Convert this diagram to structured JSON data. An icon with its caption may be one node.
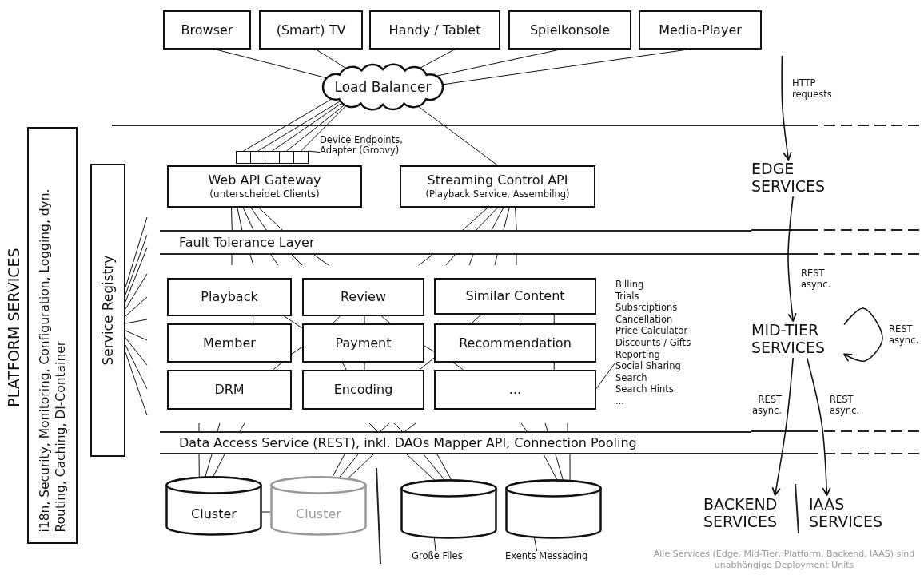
{
  "diagram": {
    "nodes": [
      {
        "text": [
          "Browser"
        ]
      },
      {
        "text": [
          "(Smart) TV"
        ]
      },
      {
        "text": [
          "Handy / Tablet"
        ]
      },
      {
        "text": [
          "Spielkonsole"
        ]
      },
      {
        "text": [
          "Media-Player"
        ]
      },
      {
        "text": [
          "Load Balancer"
        ]
      },
      {
        "text": [
          "i18n, Security, Monitoring, Configuration, Logging, dyn. Routing, Caching, DI-Container"
        ],
        "beside": [
          "PLATFORM SERVICES"
        ]
      },
      {
        "text": [
          "Service Registry"
        ]
      },
      {
        "text": [
          "Device Endpoints, Adapter (Groovy)"
        ]
      },
      {
        "text": [],
        "shape": "box"
      },
      {
        "text": [],
        "shape": "box"
      },
      {
        "text": [],
        "shape": "box"
      },
      {
        "text": [],
        "shape": "box"
      },
      {
        "text": [],
        "shape": "box"
      },
      {
        "text": [
          "Web API Gateway",
          "(unterscheidet Clients)"
        ]
      },
      {
        "text": [
          "Streaming Control API",
          "(Playback Service, Assembilng)"
        ]
      },
      {
        "text": [
          "EDGE SERVICES"
        ]
      },
      {
        "text": [
          "Fault Tolerance Layer"
        ]
      },
      {
        "text": [
          "Playback"
        ]
      },
      {
        "text": [
          "Review"
        ]
      },
      {
        "text": [
          "Similar Content"
        ]
      },
      {
        "text": [
          "Billing",
          "Trials",
          "Subsrciptions",
          "Cancellation",
          "Price Calculator",
          "Discounts / Gifts",
          "Reporting",
          "Social Sharing",
          "Search",
          "Search Hints",
          "..."
        ]
      },
      {
        "text": [
          "Member"
        ]
      },
      {
        "text": [
          "Payment"
        ]
      },
      {
        "text": [
          "Recommendation"
        ]
      },
      {
        "text": [
          "MID-TIER SERVICES"
        ]
      },
      {
        "text": [
          "DRM"
        ]
      },
      {
        "text": [
          "Encoding"
        ]
      },
      {
        "text": [
          "..."
        ]
      },
      {
        "text": [
          "Data Access Service (REST), inkl. DAOs Mapper API, Connection Pooling"
        ]
      },
      {
        "text": [
          "Cluster"
        ]
      },
      {
        "text": [
          "Cluster"
        ]
      },
      {
        "text": [],
        "shape": "cylinder"
      },
      {
        "text": [],
        "shape": "cylinder"
      },
      {
        "text": [
          "BACKEND SERVICES"
        ]
      },
      {
        "text": [
          "IAAS SERVICES"
        ]
      },
      {
        "text": [
          "Große Files"
        ]
      },
      {
        "text": [
          "Exents Messaging"
        ]
      }
    ],
    "edges": [
      {
        "from": 0,
        "to": 5,
        "arrow": "none"
      },
      {
        "from": 1,
        "to": 5,
        "arrow": "none"
      },
      {
        "from": 2,
        "to": 5,
        "arrow": "none"
      },
      {
        "from": 3,
        "to": 5,
        "arrow": "none"
      },
      {
        "from": 4,
        "to": 5,
        "arrow": "none"
      },
      {
        "from": 5,
        "to": 9,
        "arrow": "none"
      },
      {
        "from": 5,
        "to": 10,
        "arrow": "none"
      },
      {
        "from": 5,
        "to": 11,
        "arrow": "none"
      },
      {
        "from": 5,
        "to": 12,
        "arrow": "none"
      },
      {
        "from": 5,
        "to": 13,
        "arrow": "none"
      },
      {
        "from": 5,
        "to": 15,
        "arrow": "none"
      },
      {
        "from": 8,
        "to": 13,
        "arrow": "none"
      },
      {
        "from": 14,
        "to": 17,
        "arrow": "none"
      },
      {
        "from": 14,
        "to": 17,
        "arrow": "none"
      },
      {
        "from": 14,
        "to": 17,
        "arrow": "none"
      },
      {
        "from": 14,
        "to": 17,
        "arrow": "none"
      },
      {
        "from": 14,
        "to": 17,
        "arrow": "none"
      },
      {
        "from": 15,
        "to": 17,
        "arrow": "none"
      },
      {
        "from": 15,
        "to": 17,
        "arrow": "none"
      },
      {
        "from": 15,
        "to": 17,
        "arrow": "none"
      },
      {
        "from": 15,
        "to": 17,
        "arrow": "none"
      },
      {
        "from": 15,
        "to": 17,
        "arrow": "none"
      },
      {
        "from": 17,
        "to": null,
        "arrow": "none"
      },
      {
        "from": 17,
        "to": null,
        "arrow": "none"
      },
      {
        "from": 17,
        "to": null,
        "arrow": "none"
      },
      {
        "from": 17,
        "to": null,
        "arrow": "none"
      },
      {
        "from": 17,
        "to": null,
        "arrow": "none"
      },
      {
        "from": 17,
        "to": null,
        "arrow": "none"
      },
      {
        "from": 17,
        "to": null,
        "arrow": "none"
      },
      {
        "from": 17,
        "to": null,
        "arrow": "none"
      },
      {
        "from": 17,
        "to": null,
        "arrow": "none"
      },
      {
        "from": 17,
        "to": null,
        "arrow": "none"
      },
      {
        "from": 7,
        "to": null,
        "arrow": "none"
      },
      {
        "from": 7,
        "to": null,
        "arrow": "none"
      },
      {
        "from": 7,
        "to": null,
        "arrow": "none"
      },
      {
        "from": 7,
        "to": null,
        "arrow": "none"
      },
      {
        "from": 7,
        "to": null,
        "arrow": "none"
      },
      {
        "from": 7,
        "to": null,
        "arrow": "none"
      },
      {
        "from": 7,
        "to": null,
        "arrow": "none"
      },
      {
        "from": 7,
        "to": null,
        "arrow": "none"
      },
      {
        "from": 7,
        "to": null,
        "arrow": "none"
      },
      {
        "from": 7,
        "to": null,
        "arrow": "none"
      },
      {
        "from": 18,
        "to": 22,
        "arrow": "none"
      },
      {
        "from": 18,
        "to": 23,
        "arrow": "none"
      },
      {
        "from": 19,
        "to": 23,
        "arrow": "none"
      },
      {
        "from": 19,
        "to": 23,
        "arrow": "none"
      },
      {
        "from": 19,
        "to": 23,
        "arrow": "none"
      },
      {
        "from": 20,
        "to": 24,
        "arrow": "none"
      },
      {
        "from": 20,
        "to": 24,
        "arrow": "none"
      },
      {
        "from": 20,
        "to": 24,
        "arrow": "none"
      },
      {
        "from": 22,
        "to": 23,
        "arrow": "none"
      },
      {
        "from": 23,
        "to": 24,
        "arrow": "none"
      },
      {
        "from": 22,
        "to": 26,
        "arrow": "none"
      },
      {
        "from": 23,
        "to": 27,
        "arrow": "none"
      },
      {
        "from": 23,
        "to": 27,
        "arrow": "none"
      },
      {
        "from": 24,
        "to": 27,
        "arrow": "none"
      },
      {
        "from": 24,
        "to": 28,
        "arrow": "none"
      },
      {
        "from": 24,
        "to": 28,
        "arrow": "none"
      },
      {
        "from": 21,
        "to": 28,
        "arrow": "none"
      },
      {
        "from": null,
        "to": 29,
        "arrow": "none"
      },
      {
        "from": null,
        "to": 29,
        "arrow": "none"
      },
      {
        "from": null,
        "to": 29,
        "arrow": "none"
      },
      {
        "from": null,
        "to": 29,
        "arrow": "none"
      },
      {
        "from": null,
        "to": 29,
        "arrow": "none"
      },
      {
        "from": null,
        "to": 29,
        "arrow": "none"
      },
      {
        "from": null,
        "to": 29,
        "arrow": "none"
      },
      {
        "from": null,
        "to": 29,
        "arrow": "none"
      },
      {
        "from": null,
        "to": 29,
        "arrow": "none"
      },
      {
        "from": null,
        "to": 29,
        "arrow": "none"
      },
      {
        "from": 29,
        "to": 30,
        "arrow": "none"
      },
      {
        "from": 29,
        "to": 30,
        "arrow": "none"
      },
      {
        "from": 29,
        "to": 30,
        "arrow": "none"
      },
      {
        "from": 29,
        "to": 31,
        "arrow": "none"
      },
      {
        "from": 29,
        "to": 31,
        "arrow": "none"
      },
      {
        "from": 29,
        "to": 31,
        "arrow": "none"
      },
      {
        "from": 29,
        "to": 32,
        "arrow": "none"
      },
      {
        "from": 29,
        "to": 32,
        "arrow": "none"
      },
      {
        "from": 29,
        "to": 32,
        "arrow": "none"
      },
      {
        "from": 29,
        "to": 33,
        "arrow": "none"
      },
      {
        "from": 29,
        "to": 33,
        "arrow": "none"
      },
      {
        "from": 29,
        "to": 33,
        "arrow": "none"
      },
      {
        "from": 30,
        "to": 31,
        "arrow": "none"
      },
      {
        "from": 36,
        "to": 32,
        "arrow": "none"
      },
      {
        "from": 37,
        "to": 33,
        "arrow": "none"
      },
      {
        "from": null,
        "to": 16,
        "arrow": "to",
        "label": "HTTP requests"
      },
      {
        "from": 16,
        "to": 25,
        "arrow": "to",
        "label": "REST async."
      },
      {
        "from": 25,
        "to": 25,
        "arrow": "to",
        "label": "REST async."
      },
      {
        "from": 25,
        "to": 34,
        "arrow": "to",
        "label": "REST async."
      },
      {
        "from": 25,
        "to": 35,
        "arrow": "to",
        "label": "REST async."
      }
    ],
    "labels": [
      "Alle Services (Edge, Mid-Tier, Platform, Backend, IAAS) sind unabhängige Deployment Units"
    ]
  }
}
